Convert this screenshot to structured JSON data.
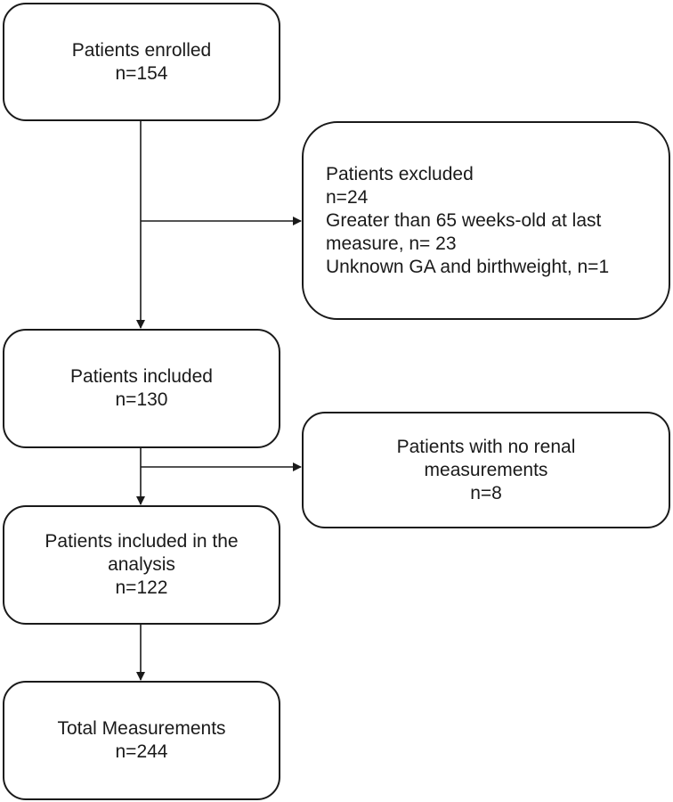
{
  "flowchart": {
    "enrolled": {
      "lines": [
        "Patients enrolled",
        "n=154"
      ]
    },
    "excluded": {
      "lines": [
        "Patients excluded",
        "n=24",
        "Greater than 65 weeks-old at last",
        "measure, n= 23",
        "Unknown GA and birthweight, n=1"
      ]
    },
    "included": {
      "lines": [
        "Patients included",
        "n=130"
      ]
    },
    "no_renal": {
      "lines": [
        "Patients with no renal",
        "measurements",
        "n=8"
      ]
    },
    "analysis": {
      "lines": [
        "Patients included in the",
        "analysis",
        "n=122"
      ]
    },
    "total": {
      "lines": [
        "Total Measurements",
        "n=244"
      ]
    }
  },
  "colors": {
    "stroke": "#1a1a1a",
    "background": "#ffffff"
  }
}
